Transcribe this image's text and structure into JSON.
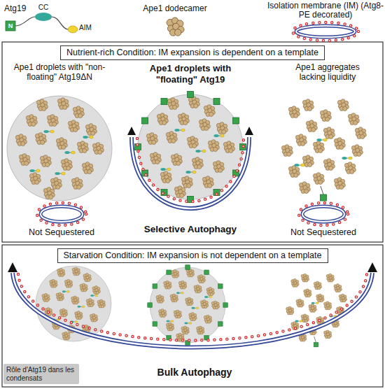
{
  "diagram": {
    "nodes": [
      {
        "text": [
          "Nutrient-rich Condition: IM expansion is dependent on a template"
        ]
      },
      {
        "text": [
          "Starvation Condition: IM expansion is not dependent on a template"
        ]
      }
    ],
    "labels": [
      "N",
      "CC",
      "AIM",
      "Ape1 droplets with \"non-floating\" Atg19ΔN",
      "Ape1 droplets with \"floating\" Atg19",
      "Ape1 aggregates lacking liquidity",
      "Not Sequestered",
      "Selective Autophagy",
      "Not Sequestered",
      "Bulk Autophagy",
      "Rôle d'Atg19 dans les condensats"
    ],
    "legend": [
      {
        "text": "Atg19"
      },
      {
        "text": "Ape1 dodecamer"
      },
      {
        "text": "Isolation membrane (IM) (Atg8-PE decorated)"
      }
    ]
  }
}
